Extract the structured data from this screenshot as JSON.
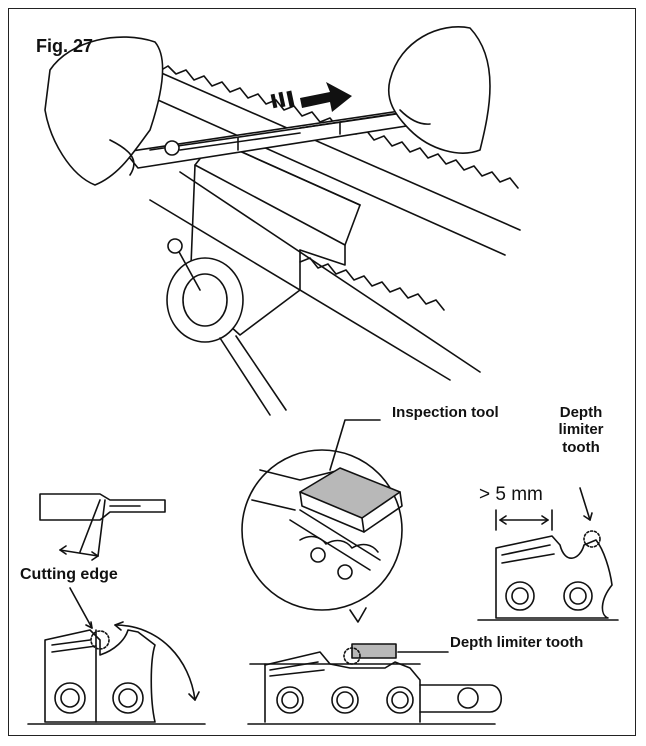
{
  "figure": {
    "label": "Fig. 27"
  },
  "labels": {
    "inspection_tool": "Inspection tool",
    "depth_limiter_tooth_top": "Depth\nlimiter\ntooth",
    "distance": "> 5 mm",
    "cutting_edge": "Cutting edge",
    "depth_limiter_tooth_bottom": "Depth limiter tooth"
  },
  "colors": {
    "line": "#111111",
    "tool_fill": "#b8b8b8",
    "background": "#ffffff"
  }
}
